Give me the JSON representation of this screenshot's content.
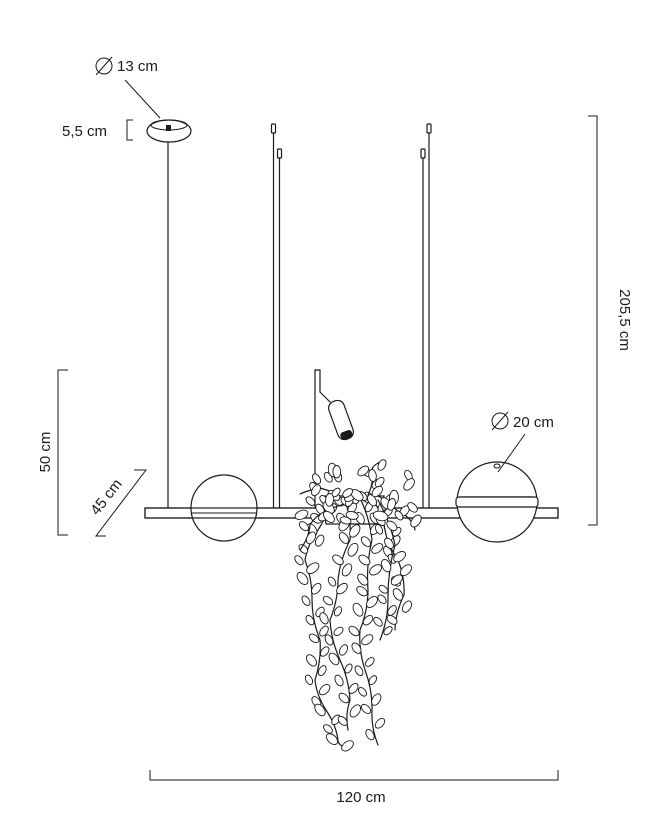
{
  "dimensions": {
    "canopy_diameter": "13 cm",
    "canopy_height": "5,5 cm",
    "total_height": "205,5 cm",
    "globe_diameter": "20 cm",
    "body_height": "50 cm",
    "depth": "45 cm",
    "width": "120 cm"
  },
  "symbols": {
    "diameter": "⌀"
  }
}
